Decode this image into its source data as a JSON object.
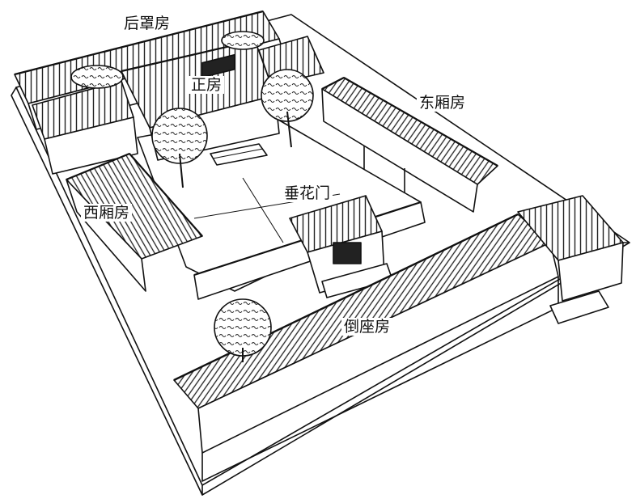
{
  "labels": {
    "back_row": "后罩房",
    "main_hall": "正房",
    "east_wing": "东厢房",
    "west_wing": "西厢房",
    "festoon_gate": "垂花门",
    "front_row": "倒座房"
  }
}
